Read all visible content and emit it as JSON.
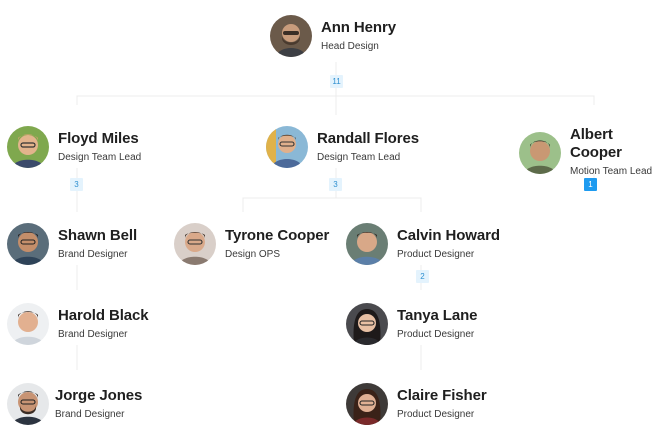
{
  "colors": {
    "badge_bg": "#e4f3fd",
    "badge_text": "#2f8fd0",
    "badge_active_bg": "#1e9bf0",
    "connector": "#e8e8e8"
  },
  "people": {
    "ann": {
      "name": "Ann Henry",
      "role": "Head Design"
    },
    "floyd": {
      "name": "Floyd Miles",
      "role": "Design Team Lead"
    },
    "randall": {
      "name": "Randall Flores",
      "role": "Design Team Lead"
    },
    "albert": {
      "name": "Albert Cooper",
      "role": "Motion Team Lead"
    },
    "shawn": {
      "name": "Shawn Bell",
      "role": "Brand Designer"
    },
    "tyrone": {
      "name": "Tyrone Cooper",
      "role": "Design OPS"
    },
    "calvin": {
      "name": "Calvin Howard",
      "role": "Product Designer"
    },
    "harold": {
      "name": "Harold Black",
      "role": "Brand Designer"
    },
    "tanya": {
      "name": "Tanya Lane",
      "role": "Product Designer"
    },
    "jorge": {
      "name": "Jorge Jones",
      "role": "Brand Designer"
    },
    "claire": {
      "name": "Claire Fisher",
      "role": "Product Designer"
    }
  },
  "badges": {
    "ann": "11",
    "floyd": "3",
    "randall": "3",
    "albert": "1",
    "calvin": "2"
  }
}
